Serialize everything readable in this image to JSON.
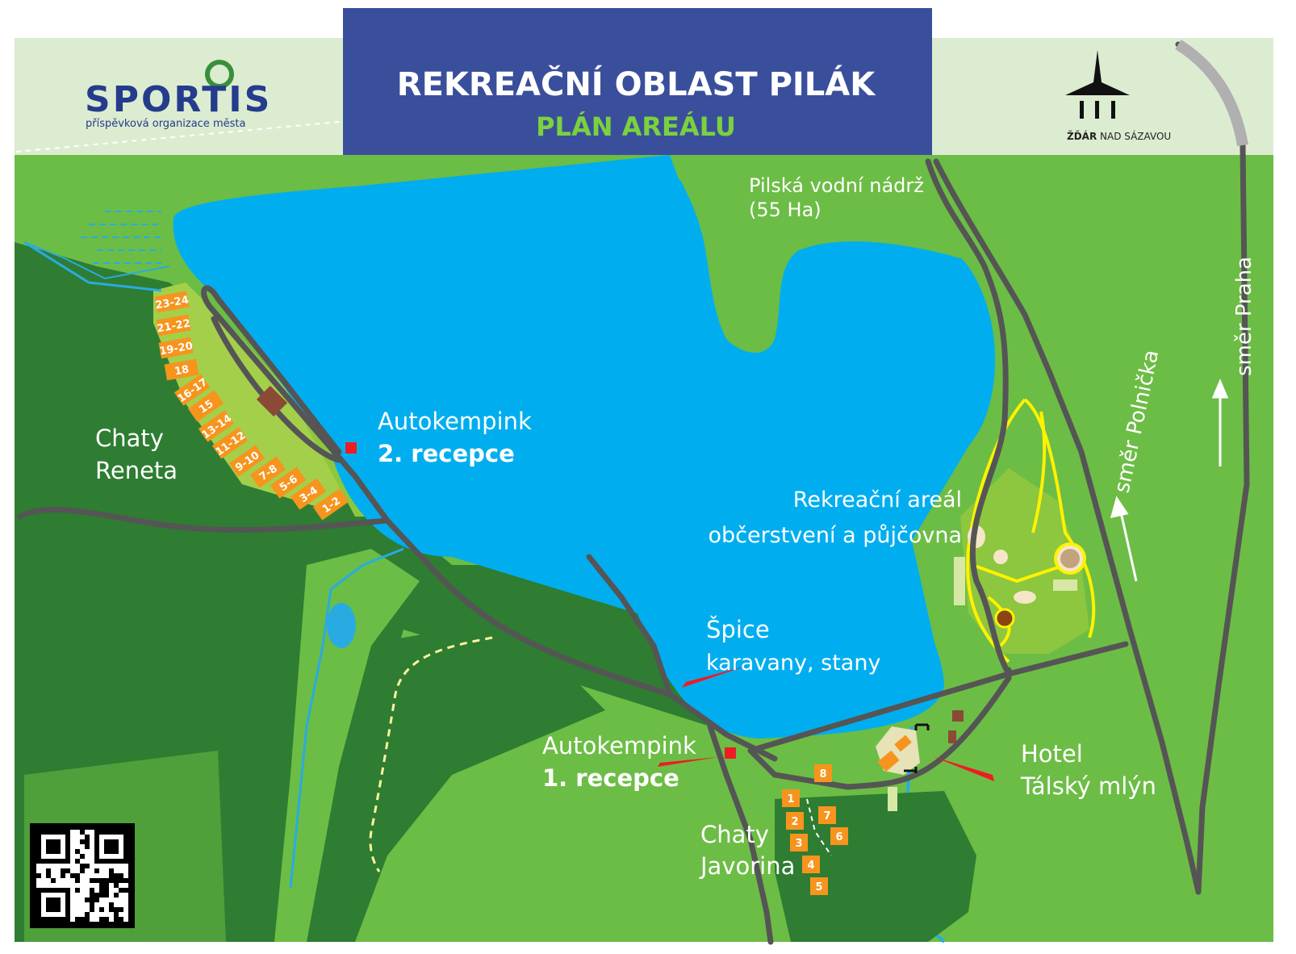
{
  "header": {
    "title": "REKREAČNÍ OBLAST PILÁK",
    "subtitle": "PLÁN AREÁLU"
  },
  "logo_left": {
    "name": "SPORTIS",
    "tagline": "příspěvková organizace města"
  },
  "logo_right": {
    "city_bold": "ŽĎÁR",
    "city_rest": " NAD SÁZAVOU"
  },
  "labels": {
    "lake_name": "Pilská vodní nádrž",
    "lake_area": "(55 Ha)",
    "reneta_1": "Chaty",
    "reneta_2": "Reneta",
    "autokemp2_1": "Autokempink",
    "autokemp2_2": "2. recepce",
    "rekreacni_1": "Rekreační areál",
    "rekreacni_2": "občerstvení a půjčovna",
    "spice_1": "Špice",
    "spice_2": "karavany, stany",
    "autokemp1_1": "Autokempink",
    "autokemp1_2": "1. recepce",
    "javorina_1": "Chaty",
    "javorina_2": "Javorina",
    "hotel_1": "Hotel",
    "hotel_2": "Tálský mlýn",
    "smer_polnicka": "směr Polnička",
    "smer_praha": "směr Praha"
  },
  "reneta_cabins": [
    "23-24",
    "21-22",
    "19-20",
    "18",
    "16-17",
    "15",
    "13-14",
    "11-12",
    "9-10",
    "7-8",
    "5-6",
    "3-4",
    "1-2"
  ],
  "javorina_cabins": [
    "8",
    "1",
    "2",
    "7",
    "6",
    "3",
    "4",
    "5"
  ],
  "colors": {
    "water": "#00aeef",
    "grass": "#6cbd45",
    "forest": "#2e7d32",
    "meadow": "#a4cf4b",
    "header_bg": "#3a4f9b",
    "cabin": "#f7941d",
    "reception": "#ed1c24",
    "road": "#555555"
  }
}
